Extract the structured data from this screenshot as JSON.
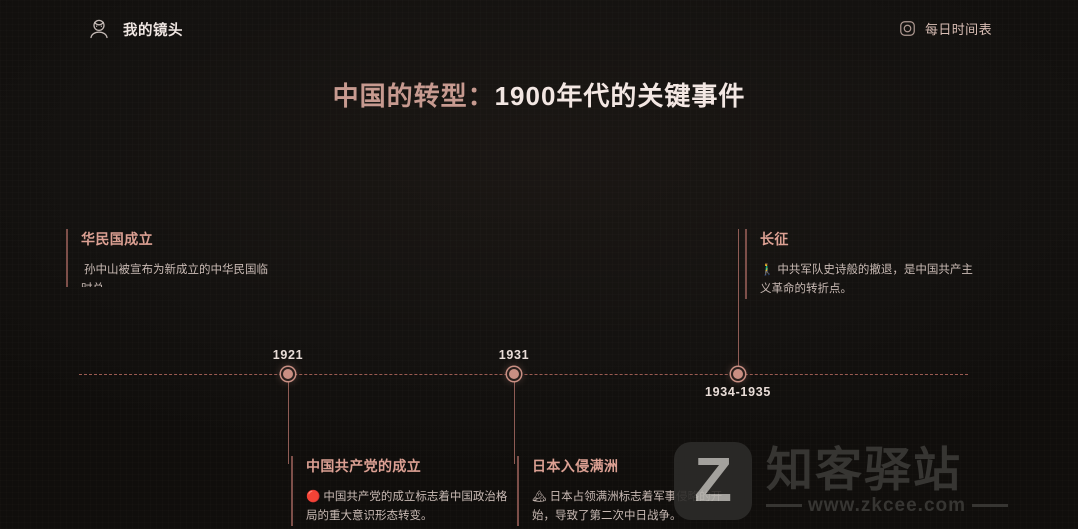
{
  "header": {
    "brand_label": "我的镜头",
    "brand_icon": "face-avatar-icon",
    "daily_label": "每日时间表",
    "daily_icon": "instagram-camera-icon"
  },
  "title": {
    "lead": "中国的转型：",
    "strong": "1900年代的关键事件"
  },
  "colors": {
    "background": "#141210",
    "accent": "#c98f83",
    "axis": "#b0665c",
    "heading": "#dca093",
    "body_text": "#c9bab4"
  },
  "timeline": {
    "nodes": [
      {
        "year": "1921",
        "position": "above"
      },
      {
        "year": "1931",
        "position": "above"
      },
      {
        "year": "1934-1935",
        "position": "below"
      }
    ]
  },
  "events": [
    {
      "id": "republic",
      "title": "华民国成立",
      "emoji": "",
      "desc": "孙中山被宣布为新成立的中华民国临时总"
    },
    {
      "id": "long-march",
      "title": "长征",
      "emoji": "🚶‍♂️",
      "desc": "中共军队史诗般的撤退，是中国共产主义革命的转折点。"
    },
    {
      "id": "ccp",
      "title": "中国共产党的成立",
      "emoji": "🔴",
      "desc": "中国共产党的成立标志着中国政治格局的重大意识形态转变。"
    },
    {
      "id": "manchuria",
      "title": "日本入侵满洲",
      "emoji": "🏔",
      "desc": "日本占领满洲标志着军事侵略的开始，导致了第二次中日战争。"
    }
  ],
  "watermark": {
    "mark": "Z",
    "name": "知客驿站",
    "url": "www.zkcee.com"
  }
}
